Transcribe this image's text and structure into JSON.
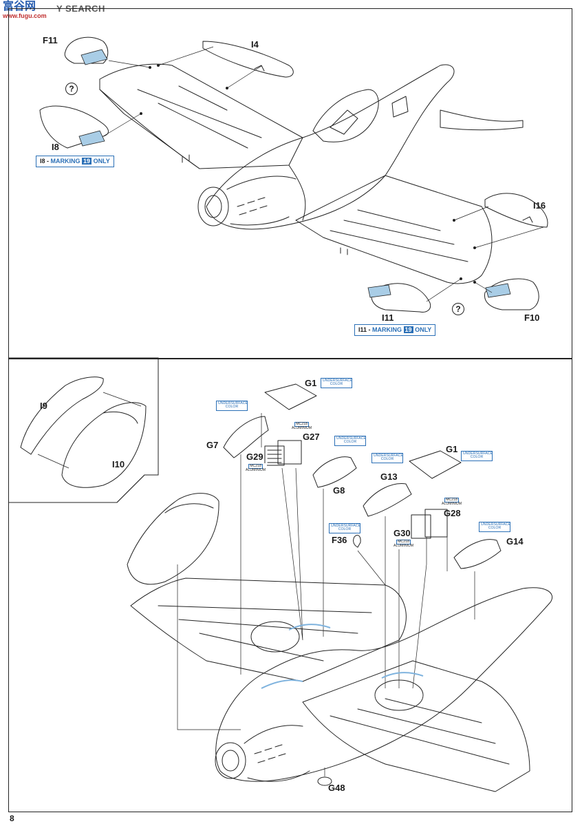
{
  "watermark": {
    "site_cn": "富谷网",
    "site_en": "Y SEARCH",
    "url": "www.fugu.com"
  },
  "page_number": "8",
  "top_section": {
    "labels": {
      "f11": "F11",
      "i4": "I4",
      "i8": "I8",
      "i16": "I16",
      "i11": "I11",
      "f10": "F10"
    },
    "help_symbol": "?",
    "marking_i8": {
      "part": "I8 -",
      "word_before": "MARKING",
      "number": "19",
      "word_after": "ONLY"
    },
    "marking_i11": {
      "part": "I11 -",
      "word_before": "MARKING",
      "number": "19",
      "word_after": "ONLY"
    }
  },
  "bottom_section": {
    "labels": {
      "i9": "I9",
      "i10": "I10",
      "g1a": "G1",
      "g7": "G7",
      "g27": "G27",
      "g29": "G29",
      "g8": "G8",
      "g1b": "G1",
      "g13": "G13",
      "g28": "G28",
      "g30": "G30",
      "g14": "G14",
      "f36": "F36",
      "g48": "G48"
    },
    "notes": {
      "underside_1": "UNDERSURFACE COLOR",
      "underside_2": "UNDERSURFACE COLOR",
      "underside_3": "UNDERSURFACE COLOR",
      "underside_4": "UNDERSURFACE COLOR",
      "underside_5": "UNDERSURFACE COLOR",
      "underside_6": "UNDERSURFACE COLOR",
      "mc218_code": "MC218",
      "mc218_name": "ALUMINIUM"
    }
  },
  "colors": {
    "accent_blue": "#2a6fb6",
    "decal_blue": "#a9cde6",
    "line": "#222222"
  }
}
